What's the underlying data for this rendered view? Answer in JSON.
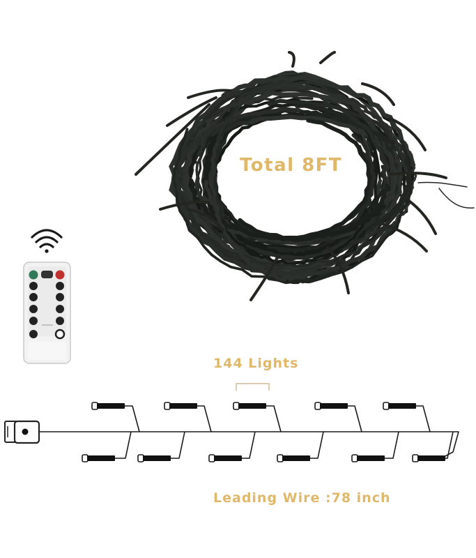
{
  "labels": {
    "total_length": "Total  8FT",
    "light_count": "144 Lights",
    "leading_wire": "Leading Wire :78 inch"
  },
  "colors": {
    "label_text": "#e0b86a",
    "wire": "#1a1a1a",
    "wire_coil": "#1f221d",
    "remote_body": "#f2f2f2",
    "remote_green_button": "#2f7a5a",
    "remote_red_button": "#c0322d",
    "remote_dark_button": "#222222"
  },
  "icons": {
    "wifi": "wifi-signal-icon",
    "remote": "remote-control-icon",
    "usb": "usb-plug-icon"
  }
}
